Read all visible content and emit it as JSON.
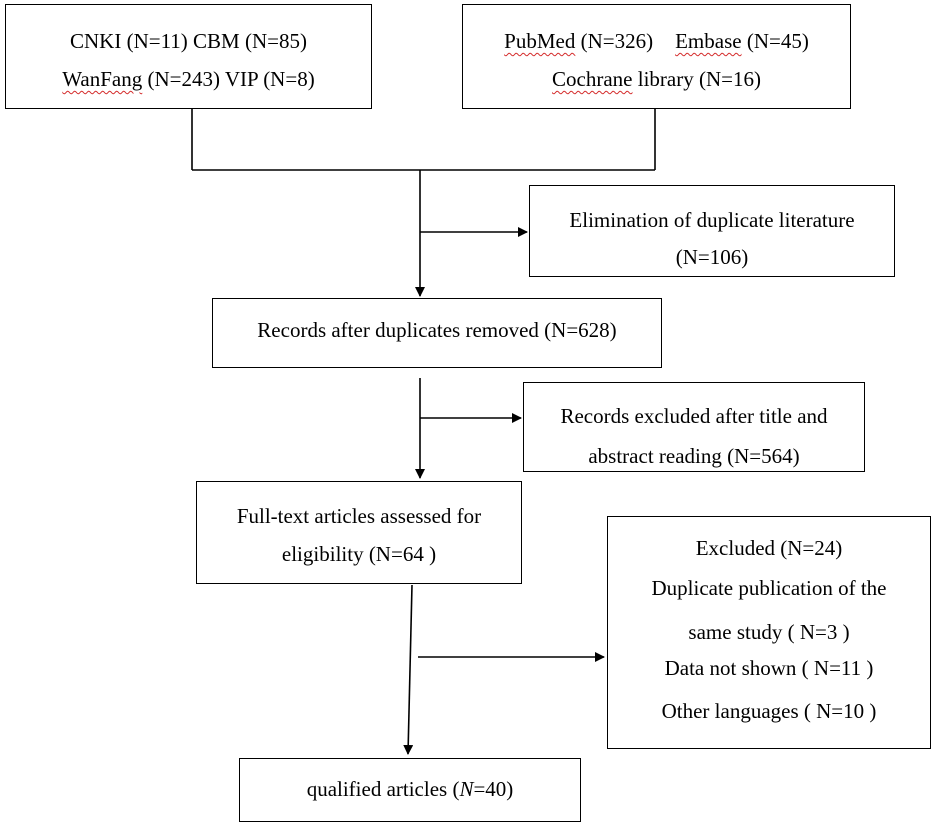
{
  "sources": {
    "chinese": {
      "line1": "CNKI (N=11) CBM (N=85)",
      "wanfang_word": "WanFang",
      "line2_rest": " (N=243) VIP (N=8)"
    },
    "english": {
      "pubmed_word": "PubMed",
      "pubmed_count": " (N=326)",
      "embase_word": "Embase",
      "embase_count": " (N=45)",
      "cochrane_word": "Cochrane",
      "cochrane_rest": " library (N=16)"
    }
  },
  "duplicates": {
    "line1": "Elimination of duplicate literature",
    "line2": "(N=106)"
  },
  "records_after": {
    "text": "Records after duplicates removed (N=628)"
  },
  "excluded_title": {
    "line1": "Records excluded after title and",
    "line2": "abstract reading (N=564)"
  },
  "fulltext": {
    "line1": "Full-text articles assessed for",
    "line2": "eligibility (N=64 )"
  },
  "excluded": {
    "title": "Excluded (N=24)",
    "reason1_line1": "Duplicate publication of the",
    "reason1_line2": "same study ( N=3 )",
    "reason2": "Data not shown ( N=11 )",
    "reason3": "Other languages ( N=10 )"
  },
  "final": {
    "prefix": "qualified articles (",
    "n_italic": "N",
    "suffix": "=40)"
  }
}
